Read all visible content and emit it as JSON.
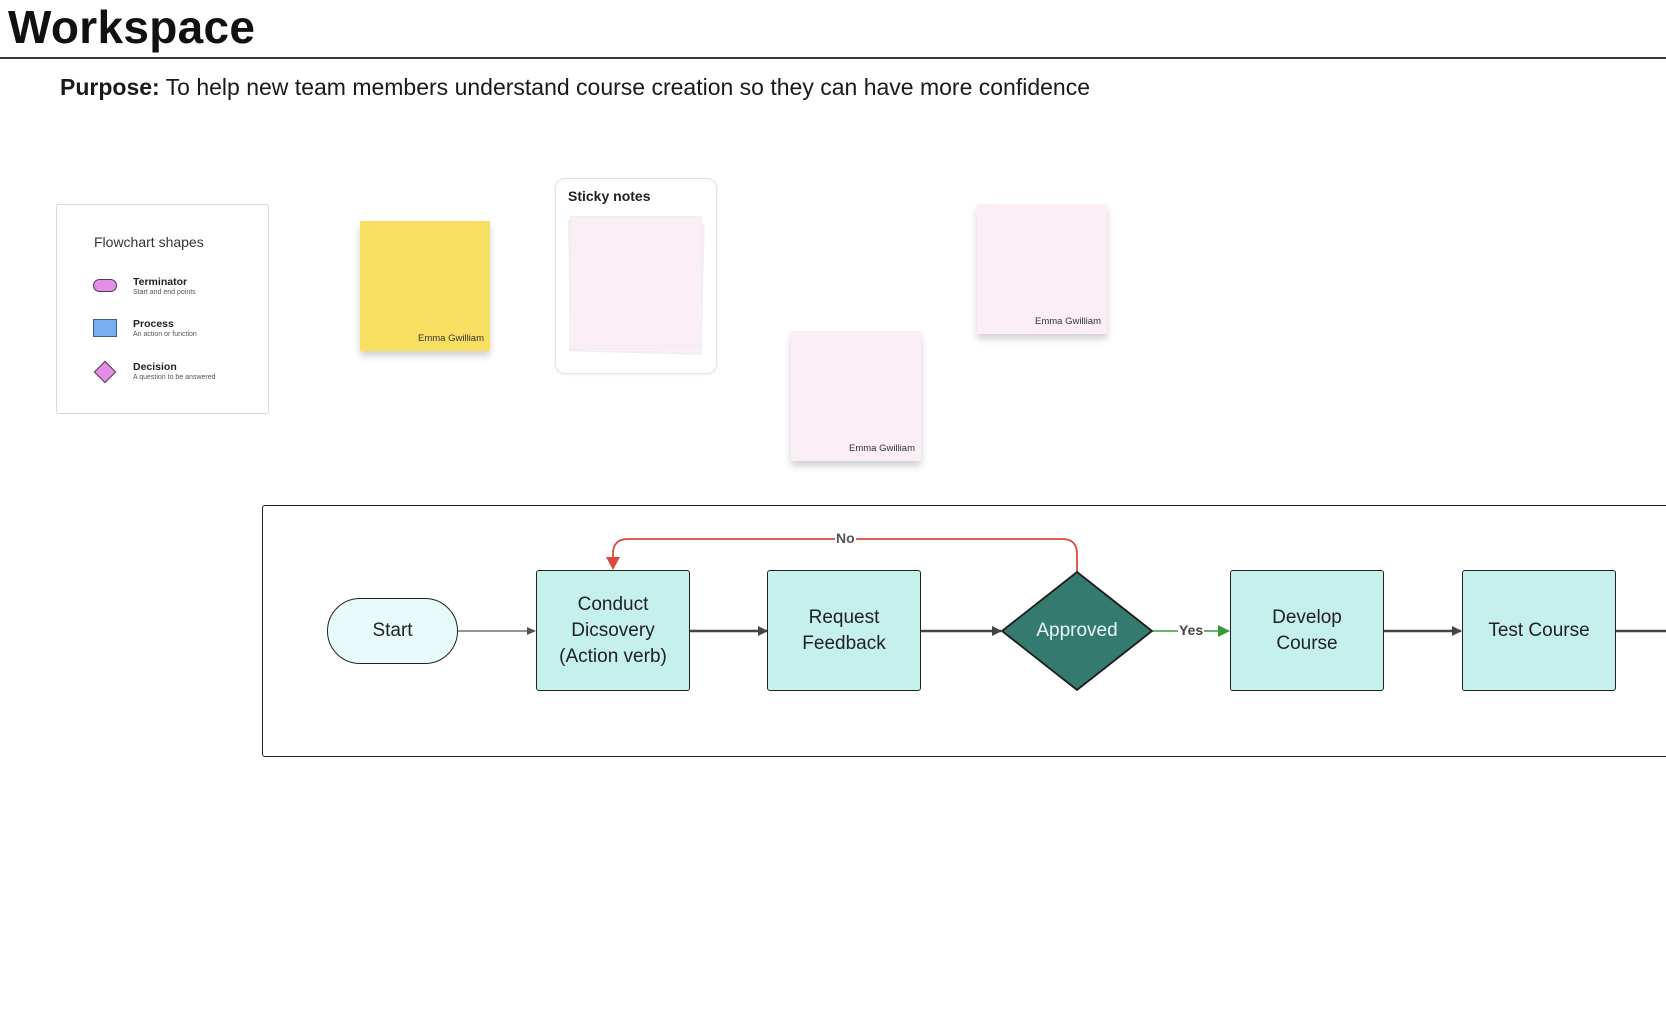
{
  "workspace": {
    "title": "Workspace",
    "purpose_label": "Purpose:",
    "purpose_text": " To help new team members understand course creation so they can have more confidence"
  },
  "legend": {
    "title": "Flowchart shapes",
    "items": [
      {
        "name": "Terminator",
        "desc": "Start and end points",
        "icon": "terminator-shape-icon",
        "color": "#e48ce8"
      },
      {
        "name": "Process",
        "desc": "An action or function",
        "icon": "process-shape-icon",
        "color": "#79aef3"
      },
      {
        "name": "Decision",
        "desc": "A question to be answered",
        "icon": "decision-shape-icon",
        "color": "#e48ce8"
      }
    ]
  },
  "stickies": {
    "stack_title": "Sticky notes",
    "notes": [
      {
        "author": "Emma Gwilliam",
        "color": "#f8e062"
      },
      {
        "author": "Emma Gwilliam",
        "color": "#fbeef6"
      },
      {
        "author": "Emma Gwilliam",
        "color": "#fbeef6"
      }
    ]
  },
  "flowchart": {
    "nodes": {
      "start": "Start",
      "discovery": "Conduct Dicsovery (Action verb)",
      "feedback": "Request Feedback",
      "approved": "Approved",
      "develop": "Develop Course",
      "test": "Test Course"
    },
    "edges": {
      "no_label": "No",
      "yes_label": "Yes"
    },
    "colors": {
      "process_fill": "#c5f0eb",
      "terminator_fill": "#e7fbfa",
      "decision_fill": "#357a6f",
      "no_edge": "#d94a3d",
      "yes_edge": "#3a9a3a"
    }
  }
}
